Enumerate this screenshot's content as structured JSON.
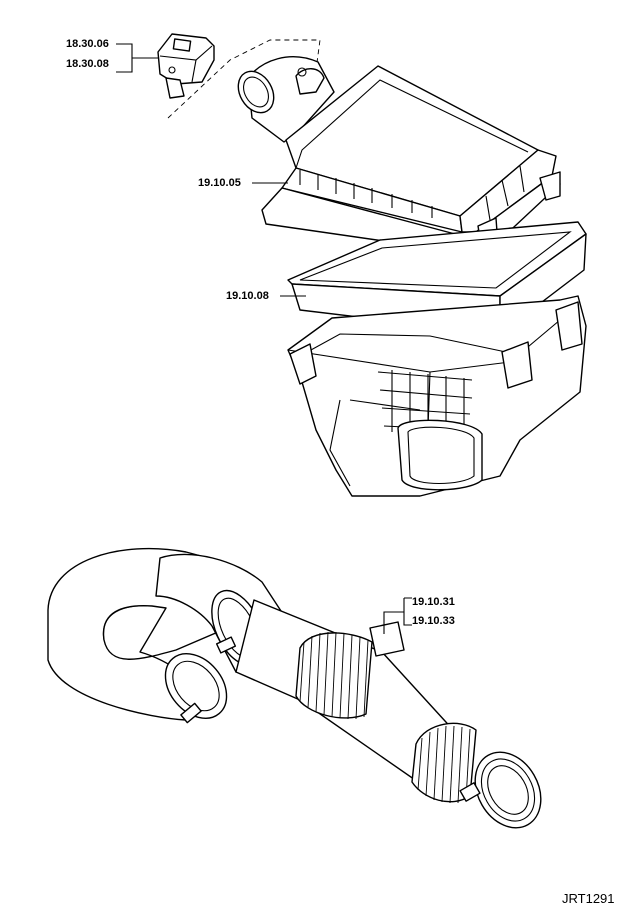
{
  "callouts": [
    {
      "id": "mass-air-flow-sensor",
      "codes": [
        "18.30.06",
        "18.30.08"
      ]
    },
    {
      "id": "air-cleaner-cover",
      "codes": [
        "19.10.05"
      ]
    },
    {
      "id": "air-filter-element",
      "codes": [
        "19.10.08"
      ]
    },
    {
      "id": "intake-duct",
      "codes": [
        "19.10.31",
        "19.10.33"
      ]
    }
  ],
  "figure_code": "JRT1291",
  "colors": {
    "line": "#000000",
    "background": "#ffffff"
  }
}
